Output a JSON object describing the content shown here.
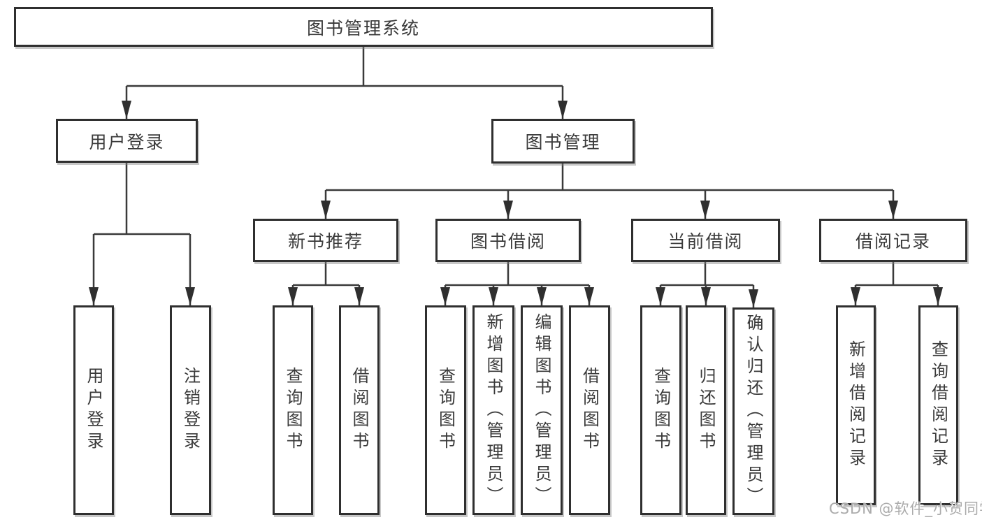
{
  "diagram": {
    "root_label": "图书管理系统",
    "level1": [
      {
        "label": "用户登录",
        "leaves": [
          {
            "label": "用户登录"
          },
          {
            "label": "注销登录"
          }
        ]
      },
      {
        "label": "图书管理"
      }
    ],
    "level2": [
      {
        "label": "新书推荐",
        "leaves": [
          {
            "label": "查询图书"
          },
          {
            "label": "借阅图书"
          }
        ]
      },
      {
        "label": "图书借阅",
        "leaves": [
          {
            "label": "查询图书"
          },
          {
            "label": "新增图书（管理员）"
          },
          {
            "label": "编辑图书（管理员）"
          },
          {
            "label": "借阅图书"
          }
        ]
      },
      {
        "label": "当前借阅",
        "leaves": [
          {
            "label": "查询图书"
          },
          {
            "label": "归还图书"
          },
          {
            "label": "确认归还（管理员）"
          }
        ]
      },
      {
        "label": "借阅记录",
        "leaves": [
          {
            "label": "新增借阅记录"
          },
          {
            "label": "查询借阅记录"
          }
        ]
      }
    ]
  },
  "watermark": {
    "text": "CSDN @软件_小贺同学",
    "color": "#ababab"
  },
  "colors": {
    "line": "#3a3a3a",
    "arrow": "#2f2f2f",
    "box_border": "#2f2f2f",
    "box_fill": "#ffffff",
    "text": "#3a3a3a",
    "background": "#ffffff"
  }
}
